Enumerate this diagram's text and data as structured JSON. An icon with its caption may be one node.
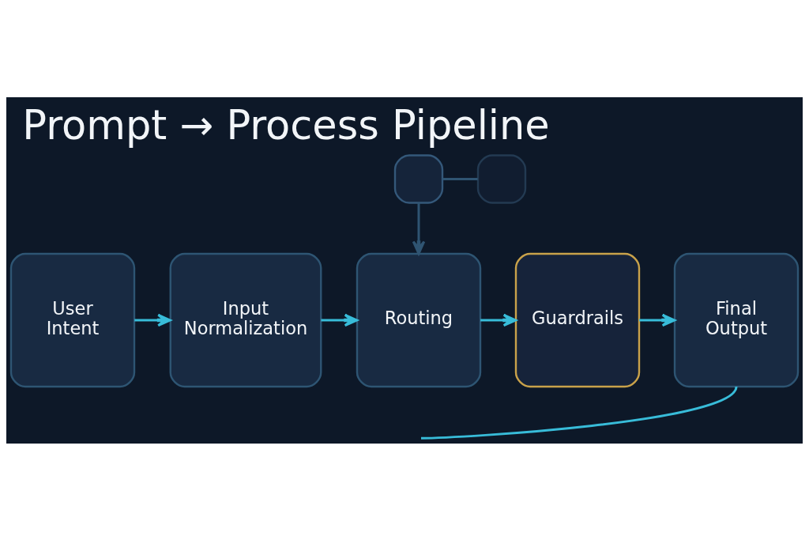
{
  "diagram": {
    "title": "Prompt → Process Pipeline",
    "nodes": [
      {
        "text": [
          "User Intent"
        ]
      },
      {
        "text": [
          "Input Normalization"
        ]
      },
      {
        "text": [
          "Routing"
        ]
      },
      {
        "text": [
          "Guardrails"
        ]
      },
      {
        "text": [
          "Final Output"
        ]
      },
      {
        "text": [],
        "shape": "box"
      },
      {
        "text": [],
        "shape": "box"
      }
    ],
    "edges": [
      {
        "from": 0,
        "to": 1,
        "arrow": "to"
      },
      {
        "from": 1,
        "to": 2,
        "arrow": "to"
      },
      {
        "from": 2,
        "to": 3,
        "arrow": "to"
      },
      {
        "from": 3,
        "to": 4,
        "arrow": "to"
      },
      {
        "from": 5,
        "to": 6,
        "arrow": "none",
        "color": "#2f5472"
      },
      {
        "from": 5,
        "to": 2,
        "arrow": "to",
        "color": "#2f5472"
      },
      {
        "from": 4,
        "to": null,
        "arrow": "none"
      }
    ]
  }
}
